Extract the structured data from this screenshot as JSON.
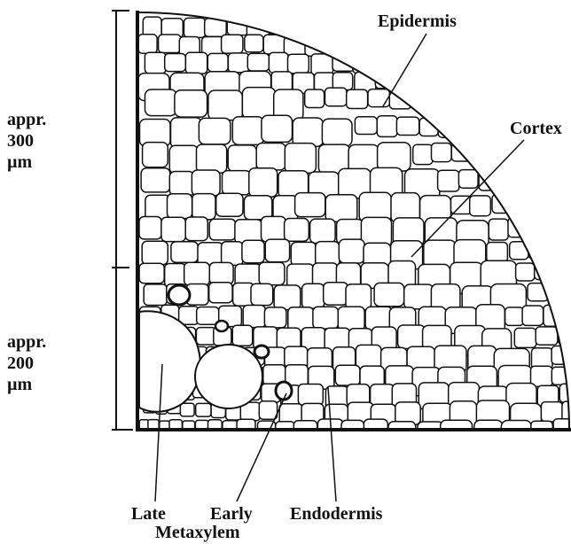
{
  "labels": {
    "epidermis": "Epidermis",
    "cortex": "Cortex",
    "endodermis": "Endodermis",
    "late": "Late",
    "early": "Early",
    "metaxylem": "Metaxylem"
  },
  "scale": {
    "upper": [
      "appr.",
      "300",
      "µm"
    ],
    "lower": [
      "appr.",
      "200",
      "µm"
    ]
  },
  "colors": {
    "ink": "#111111",
    "cell_fill": "#ffffff",
    "background": "#ffffff"
  }
}
